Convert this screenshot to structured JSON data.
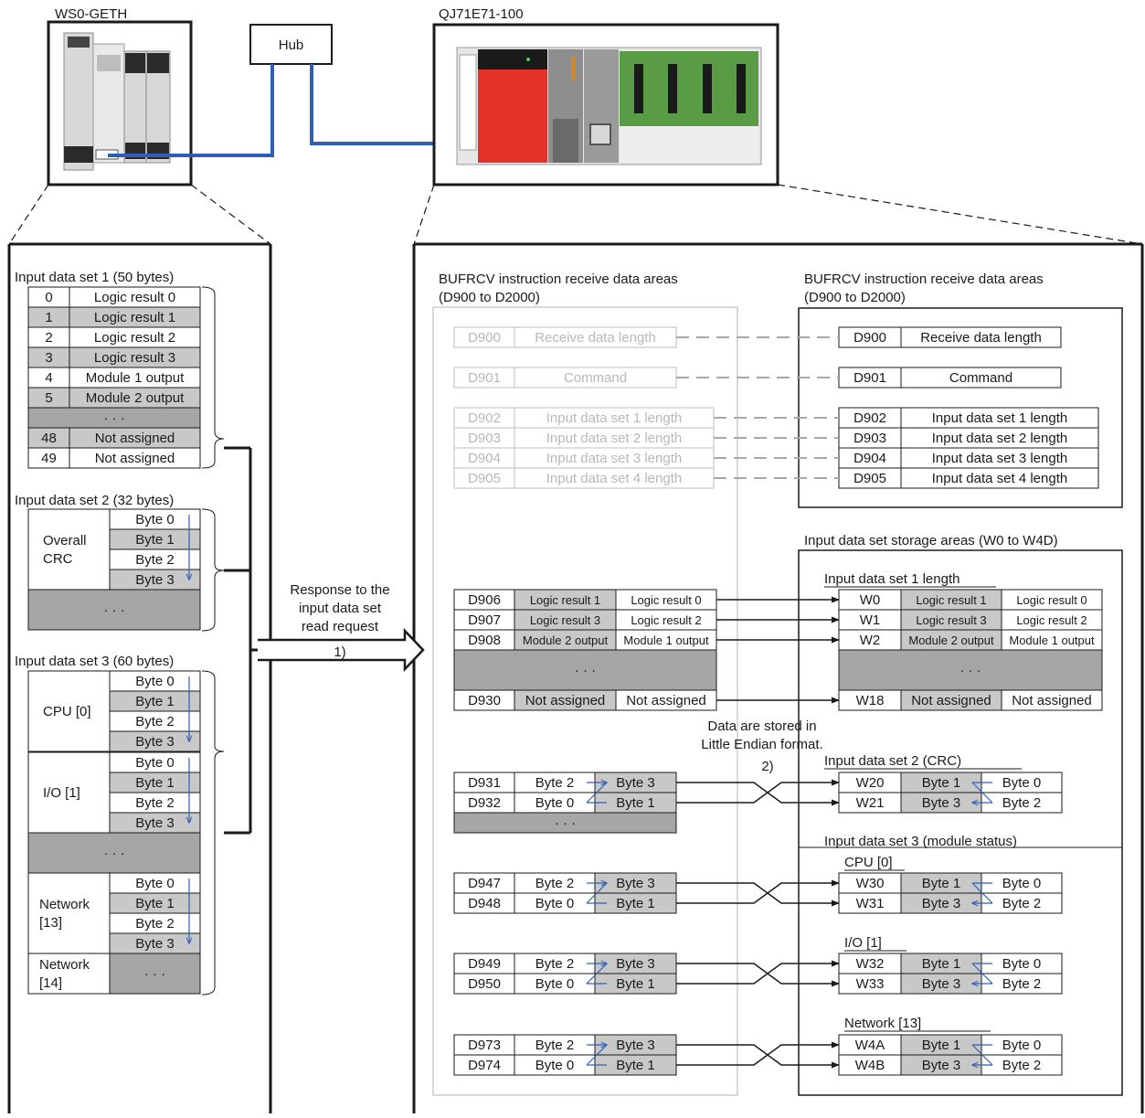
{
  "devices": {
    "controller_label": "WS0-GETH",
    "hub_label": "Hub",
    "plc_label": "QJ71E71-100"
  },
  "left": {
    "set1": {
      "title": "Input data set 1 (50 bytes)",
      "rows": [
        [
          "0",
          "Logic result 0"
        ],
        [
          "1",
          "Logic result 1"
        ],
        [
          "2",
          "Logic result 2"
        ],
        [
          "3",
          "Logic result 3"
        ],
        [
          "4",
          "Module 1 output"
        ],
        [
          "5",
          "Module 2 output"
        ],
        [
          "",
          "· · ·"
        ],
        [
          "48",
          "Not assigned"
        ],
        [
          "49",
          "Not assigned"
        ]
      ]
    },
    "set2": {
      "title": "Input data set 2 (32 bytes)",
      "group_label": "Overall\nCRC",
      "bytes": [
        "Byte 0",
        "Byte 1",
        "Byte 2",
        "Byte 3"
      ],
      "more": "· · ·"
    },
    "set3": {
      "title": "Input data set 3 (60 bytes)",
      "groups": [
        {
          "label": "CPU [0]",
          "bytes": [
            "Byte 0",
            "Byte 1",
            "Byte 2",
            "Byte 3"
          ]
        },
        {
          "label": "I/O [1]",
          "bytes": [
            "Byte 0",
            "Byte 1",
            "Byte 2",
            "Byte 3"
          ]
        },
        {
          "label": "Network\n[13]",
          "bytes": [
            "Byte 0",
            "Byte 1",
            "Byte 2",
            "Byte 3"
          ]
        }
      ],
      "more": "· · ·",
      "last_label": "Network\n[14]"
    }
  },
  "middle": {
    "response_text": "Response to the\ninput data set\nread request",
    "step1": "1)"
  },
  "buf_left": {
    "title": "BUFRCV instruction receive data areas\n(D900 to D2000)",
    "header_rows": [
      [
        "D900",
        "Receive data length"
      ],
      [
        "D901",
        "Command"
      ]
    ],
    "length_rows": [
      [
        "D902",
        "Input data set 1 length"
      ],
      [
        "D903",
        "Input data set 2 length"
      ],
      [
        "D904",
        "Input data set 3 length"
      ],
      [
        "D905",
        "Input data set 4 length"
      ]
    ],
    "data_rows": [
      [
        "D906",
        "Logic result 1",
        "Logic result 0"
      ],
      [
        "D907",
        "Logic result 3",
        "Logic result 2"
      ],
      [
        "D908",
        "Module 2 output",
        "Module 1 output"
      ]
    ],
    "more": "· · ·",
    "last_row": [
      "D930",
      "Not assigned",
      "Not assigned"
    ],
    "crc_rows": [
      [
        "D931",
        "Byte 2",
        "Byte 3"
      ],
      [
        "D932",
        "Byte 0",
        "Byte 1"
      ]
    ],
    "pairs": [
      [
        [
          "D947",
          "Byte 2",
          "Byte 3"
        ],
        [
          "D948",
          "Byte 0",
          "Byte 1"
        ]
      ],
      [
        [
          "D949",
          "Byte 2",
          "Byte 3"
        ],
        [
          "D950",
          "Byte 0",
          "Byte 1"
        ]
      ],
      [
        [
          "D973",
          "Byte 2",
          "Byte 3"
        ],
        [
          "D974",
          "Byte 0",
          "Byte 1"
        ]
      ]
    ]
  },
  "endian_note": "Data are stored in\nLittle Endian format.",
  "step2": "2)",
  "buf_right": {
    "title": "BUFRCV instruction receive data areas\n(D900 to D2000)",
    "header_rows": [
      [
        "D900",
        "Receive data length"
      ],
      [
        "D901",
        "Command"
      ]
    ],
    "length_rows": [
      [
        "D902",
        "Input data set 1 length"
      ],
      [
        "D903",
        "Input data set 2 length"
      ],
      [
        "D904",
        "Input data set 3 length"
      ],
      [
        "D905",
        "Input data set 4 length"
      ]
    ]
  },
  "storage": {
    "title": "Input data set storage areas (W0 to W4D)",
    "set1_label": "Input data set 1 length",
    "set1_rows": [
      [
        "W0",
        "Logic result 1",
        "Logic result 0"
      ],
      [
        "W1",
        "Logic result 3",
        "Logic result 2"
      ],
      [
        "W2",
        "Module 2 output",
        "Module 1 output"
      ]
    ],
    "more": "· · ·",
    "set1_last": [
      "W18",
      "Not assigned",
      "Not assigned"
    ],
    "set2_label": "Input data set 2 (CRC)",
    "set2_rows": [
      [
        "W20",
        "Byte 1",
        "Byte 0"
      ],
      [
        "W21",
        "Byte 3",
        "Byte 2"
      ]
    ],
    "set3_label": "Input data set 3 (module status)",
    "set3_groups": [
      {
        "label": "CPU [0]",
        "rows": [
          [
            "W30",
            "Byte 1",
            "Byte 0"
          ],
          [
            "W31",
            "Byte 3",
            "Byte 2"
          ]
        ]
      },
      {
        "label": "I/O [1]",
        "rows": [
          [
            "W32",
            "Byte 1",
            "Byte 0"
          ],
          [
            "W33",
            "Byte 3",
            "Byte 2"
          ]
        ]
      },
      {
        "label": "Network [13]",
        "rows": [
          [
            "W4A",
            "Byte 1",
            "Byte 0"
          ],
          [
            "W4B",
            "Byte 3",
            "Byte 2"
          ]
        ]
      }
    ]
  },
  "colors": {
    "line": "#1a1a1a",
    "shade": "#c8c8c8",
    "dark_shade": "#a6a6a6",
    "faded": "#b8b8b8",
    "cable": "#2f5fb5",
    "swap_arrow": "#2f5fb5",
    "plc_red": "#e4322b",
    "plc_green": "#5a9c45"
  },
  "icons": [
    "ws0-geth-controller-icon",
    "hub-icon",
    "plc-rack-icon",
    "data-flow-arrow-icon",
    "crossover-arrow-icon"
  ]
}
